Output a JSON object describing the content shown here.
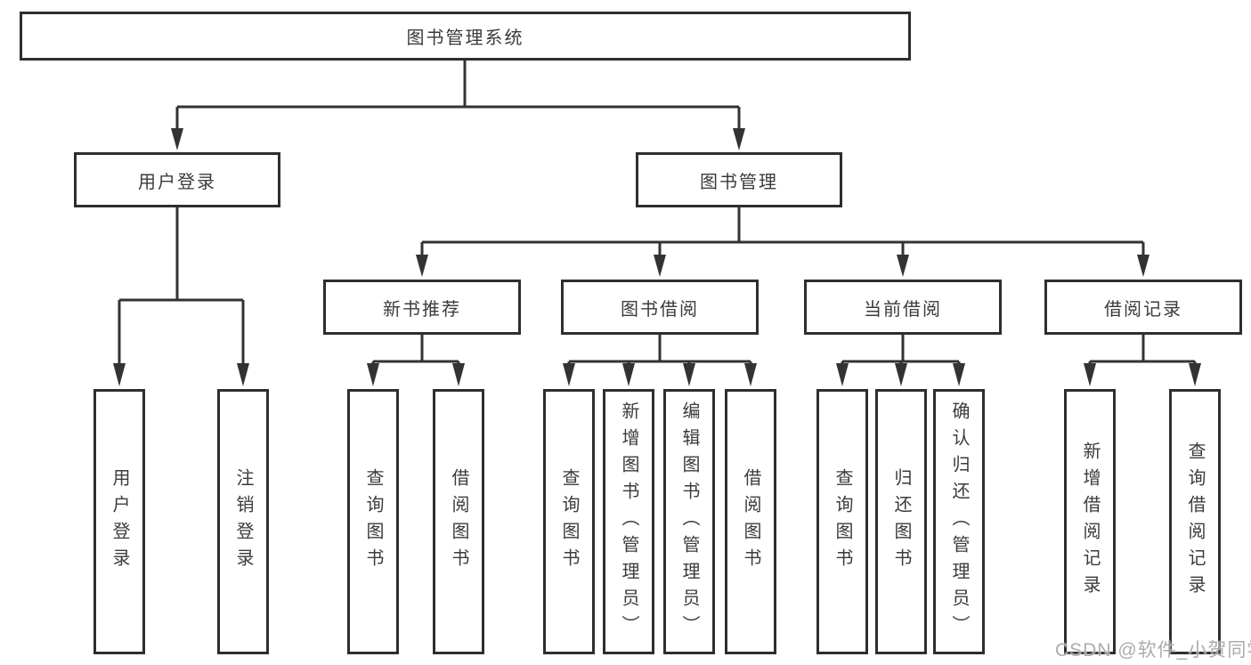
{
  "colors": {
    "line": "#333333",
    "border": "#2e2e2e",
    "text": "#3b3b3b",
    "background": "#ffffff",
    "watermark_text": "#a6a6a6"
  },
  "diagram": {
    "root": {
      "label": "图书管理系统"
    },
    "branches": [
      {
        "label": "用户登录",
        "children": [
          {
            "label": "用户登录"
          },
          {
            "label": "注销登录"
          }
        ]
      },
      {
        "label": "图书管理",
        "children": [
          {
            "label": "新书推荐",
            "children": [
              {
                "label": "查询图书"
              },
              {
                "label": "借阅图书"
              }
            ]
          },
          {
            "label": "图书借阅",
            "children": [
              {
                "label": "查询图书"
              },
              {
                "label": "新增图书（管理员）"
              },
              {
                "label": "编辑图书（管理员）"
              },
              {
                "label": "借阅图书"
              }
            ]
          },
          {
            "label": "当前借阅",
            "children": [
              {
                "label": "查询图书"
              },
              {
                "label": "归还图书"
              },
              {
                "label": "确认归还（管理员）"
              }
            ]
          },
          {
            "label": "借阅记录",
            "children": [
              {
                "label": "新增借阅记录"
              },
              {
                "label": "查询借阅记录"
              }
            ]
          }
        ]
      }
    ]
  },
  "watermark": {
    "text": "CSDN @软件_小贺同学"
  }
}
